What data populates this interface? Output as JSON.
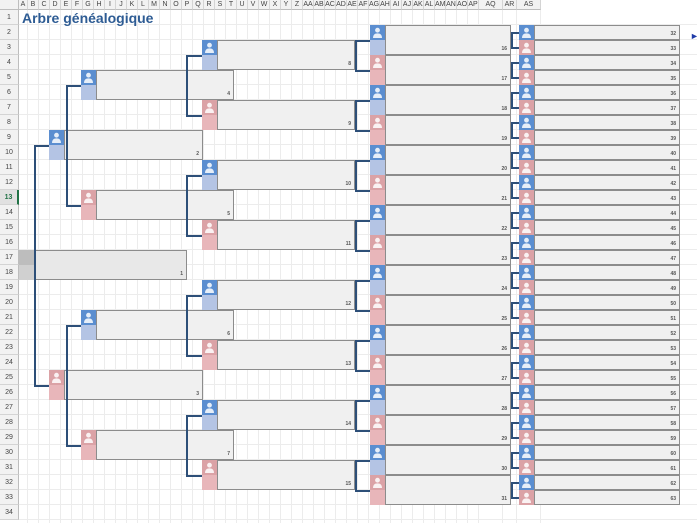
{
  "spreadsheet": {
    "title": "Arbre généalogique",
    "columns": [
      "A",
      "B",
      "C",
      "D",
      "E",
      "F",
      "G",
      "H",
      "I",
      "J",
      "K",
      "L",
      "M",
      "N",
      "O",
      "P",
      "Q",
      "R",
      "S",
      "T",
      "U",
      "V",
      "W",
      "X",
      "Y",
      "Z",
      "AA",
      "AB",
      "AC",
      "AD",
      "AE",
      "AF",
      "AG",
      "AH",
      "AI",
      "AJ",
      "AK",
      "AL",
      "AM",
      "AN",
      "AO",
      "AP",
      "AQ",
      "AR",
      "AS"
    ],
    "rows": [
      "1",
      "2",
      "3",
      "4",
      "5",
      "6",
      "7",
      "8",
      "9",
      "10",
      "11",
      "12",
      "13",
      "14",
      "15",
      "16",
      "17",
      "18",
      "19",
      "20",
      "21",
      "22",
      "23",
      "24",
      "25",
      "26",
      "27",
      "28",
      "29",
      "30",
      "31",
      "32",
      "33",
      "34"
    ],
    "selected_row": "13",
    "arrow_glyph": "►"
  },
  "tree": {
    "colors": {
      "male": "#5b8ed0",
      "female": "#dba2a6",
      "connector": "#2d4f78"
    },
    "root": {
      "number": "1"
    },
    "generation2": [
      {
        "number": "2",
        "sex": "male"
      },
      {
        "number": "3",
        "sex": "female"
      }
    ],
    "generation3": [
      {
        "number": "4",
        "sex": "male"
      },
      {
        "number": "5",
        "sex": "female"
      },
      {
        "number": "6",
        "sex": "male"
      },
      {
        "number": "7",
        "sex": "female"
      }
    ],
    "generation4": [
      {
        "number": "8",
        "sex": "male"
      },
      {
        "number": "9",
        "sex": "female"
      },
      {
        "number": "10",
        "sex": "male"
      },
      {
        "number": "11",
        "sex": "female"
      },
      {
        "number": "12",
        "sex": "male"
      },
      {
        "number": "13",
        "sex": "female"
      },
      {
        "number": "14",
        "sex": "male"
      },
      {
        "number": "15",
        "sex": "female"
      }
    ],
    "generation5": [
      "16",
      "17",
      "18",
      "19",
      "20",
      "21",
      "22",
      "23",
      "24",
      "25",
      "26",
      "27",
      "28",
      "29",
      "30",
      "31"
    ],
    "generation6": [
      "32",
      "33",
      "34",
      "35",
      "36",
      "37",
      "38",
      "39",
      "40",
      "41",
      "42",
      "43",
      "44",
      "45",
      "46",
      "47",
      "48",
      "49",
      "50",
      "51",
      "52",
      "53",
      "54",
      "55",
      "56",
      "57",
      "58",
      "59",
      "60",
      "61",
      "62",
      "63"
    ]
  }
}
